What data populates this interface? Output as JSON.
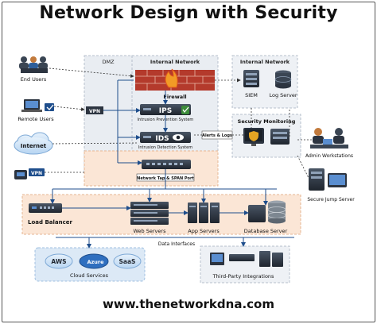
{
  "title": "Network Design with Security",
  "footer_url": "www.thenetworkdna.com",
  "zones": {
    "dmz": "DMZ",
    "internal_network_center": "Internal Network",
    "internal_network_right": "Internal Network"
  },
  "left": {
    "end_users": "End Users",
    "remote_users": "Remote Users",
    "internet": "Internet",
    "vpn_left": "VPN",
    "vpn_mid": "VPN"
  },
  "center": {
    "firewall": "Firewall",
    "ips_badge": "IPS",
    "ips_label": "Intrusion Prevention System",
    "ids_badge": "IDS",
    "ids_label": "Intrusion Detection System",
    "alerts_logs": "Alerts & Logs",
    "tap_label": "Network Tap & SPAN Port"
  },
  "right": {
    "siem": "SIEM",
    "log_server": "Log Server",
    "security_monitoring": "Security Monitoring",
    "admin_workstations": "Admin Workstations",
    "secure_jump_server": "Secure Jump Server"
  },
  "bottom": {
    "load_balancer": "Load Balancer",
    "web_servers": "Web Servers",
    "app_servers": "App Servers",
    "database_server": "Database Server",
    "data_interfaces": "Data Interfaces",
    "cloud_services": "Cloud Services",
    "aws": "AWS",
    "azure": "Azure",
    "saas": "SaaS",
    "third_party": "Third-Party Integrations"
  },
  "colors": {
    "firewall_red": "#c0392b",
    "device_dark": "#2c3440",
    "dmz_fill": "#eef1f5",
    "peach_fill": "#fbe6d6",
    "cloud_blue": "#cfe3f7",
    "arrow_blue": "#1f4e8c",
    "arrow_dash": "#333333"
  }
}
